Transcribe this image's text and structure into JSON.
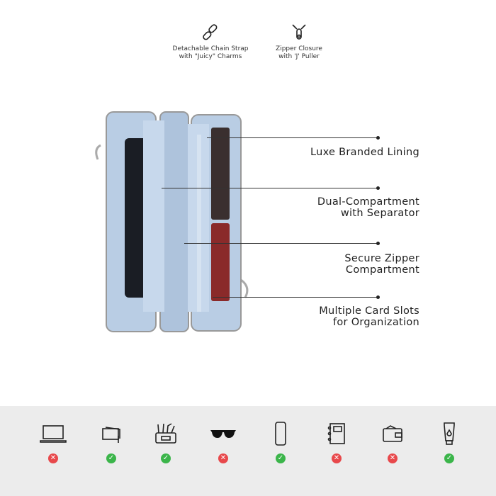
{
  "features": [
    {
      "icon": "chain-link-icon",
      "line1": "Detachable Chain Strap",
      "line2": "with \"Juicy\" Charms"
    },
    {
      "icon": "zipper-puller-icon",
      "line1": "Zipper Closure",
      "line2": "with 'J' Puller"
    }
  ],
  "callouts": [
    {
      "line1": "Luxe Branded Lining",
      "line2": ""
    },
    {
      "line1": "Dual-Compartment",
      "line2": "with Separator"
    },
    {
      "line1": "Secure Zipper",
      "line2": "Compartment"
    },
    {
      "line1": "Multiple Card Slots",
      "line2": "for Organization"
    }
  ],
  "fit_items": [
    {
      "icon": "laptop-icon",
      "fits": false
    },
    {
      "icon": "cards-icon",
      "fits": true
    },
    {
      "icon": "makeup-icon",
      "fits": true
    },
    {
      "icon": "sunglasses-icon",
      "fits": false
    },
    {
      "icon": "phone-icon",
      "fits": true
    },
    {
      "icon": "notebook-icon",
      "fits": false
    },
    {
      "icon": "wallet-icon",
      "fits": false
    },
    {
      "icon": "lotion-tube-icon",
      "fits": true
    }
  ],
  "colors": {
    "yes": "#3bb54a",
    "no": "#e8484b",
    "purse": "#b9cde4",
    "band": "#ececec"
  }
}
